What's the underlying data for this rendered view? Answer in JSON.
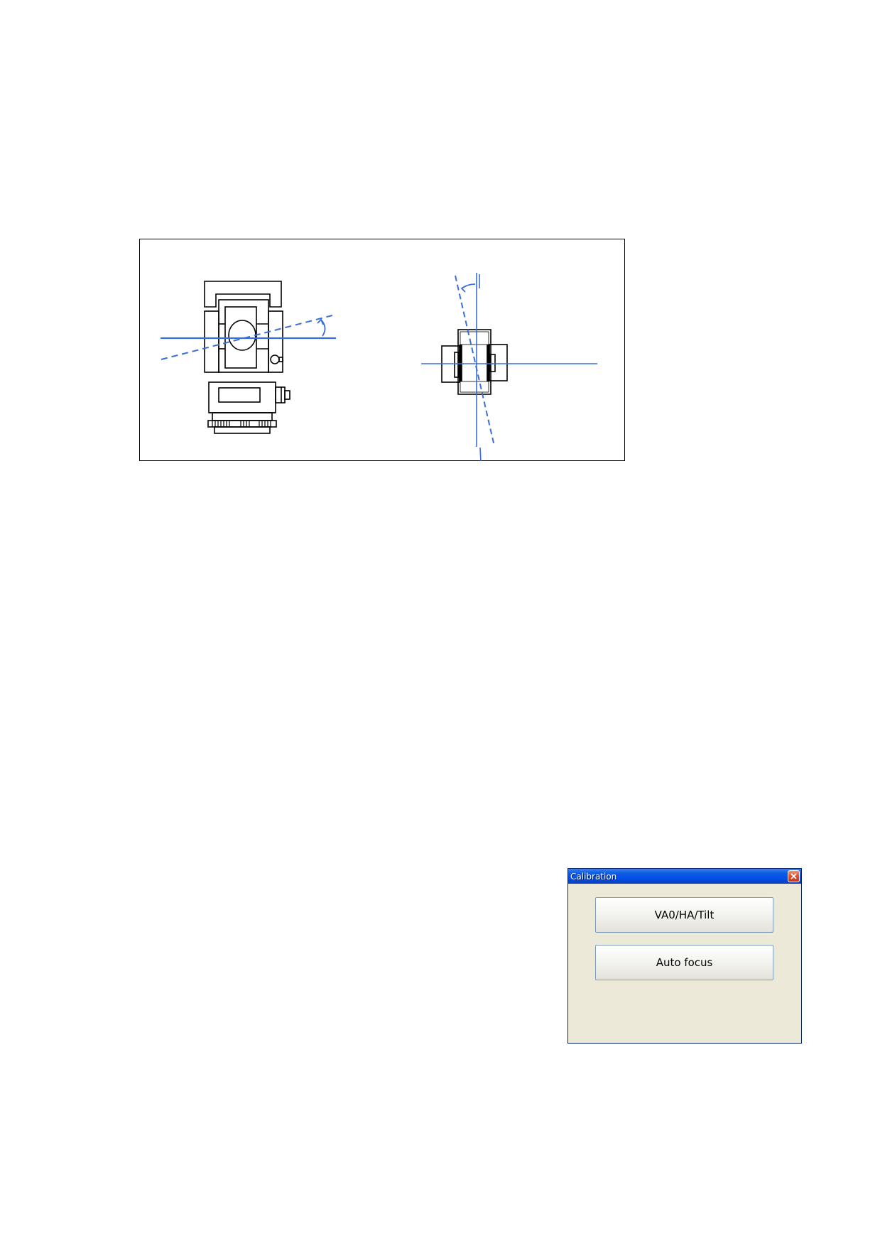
{
  "dialog": {
    "title": "Calibration",
    "buttons": [
      {
        "label": "VA0/HA/Tilt"
      },
      {
        "label": "Auto focus"
      }
    ]
  },
  "colors": {
    "line_blue": "#3a6fd8",
    "dialog_bg": "#ece9d8",
    "titlebar_blue": "#0054e3",
    "close_red": "#d9522c"
  },
  "icons": {
    "close": "close-icon",
    "angle_arrow": "angle-arrow-icon"
  }
}
